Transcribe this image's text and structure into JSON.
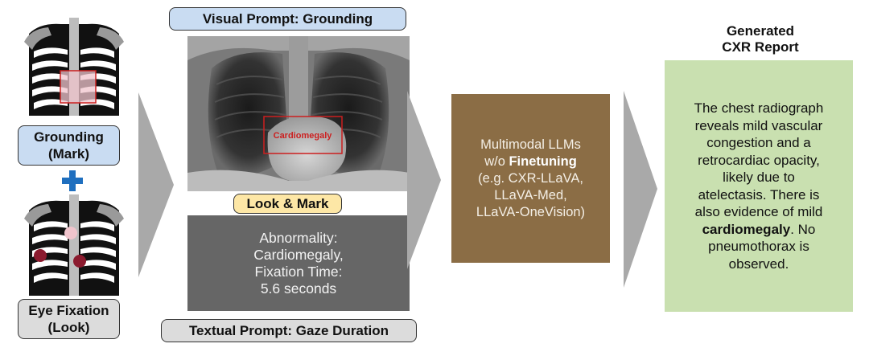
{
  "visual_prompt_label": "Visual Prompt: Grounding",
  "grounding_label_line1": "Grounding",
  "grounding_label_line2": "(Mark)",
  "eye_fixation_label_line1": "Eye Fixation",
  "eye_fixation_label_line2": "(Look)",
  "xray_annotation": "Cardiomegaly",
  "look_mark_label": "Look & Mark",
  "gaze_box": {
    "line1": "Abnormality:",
    "line2": "Cardiomegaly,",
    "line3": "Fixation Time:",
    "line4": "5.6 seconds"
  },
  "textual_prompt_label": "Textual Prompt: Gaze Duration",
  "llm_box": {
    "line1": "Multimodal LLMs",
    "line2_prefix": "w/o ",
    "line2_bold": "Finetuning",
    "line3": "(e.g. CXR-LLaVA,",
    "line4": "LLaVA-Med,",
    "line5": "LLaVA-OneVision)"
  },
  "report_title_line1": "Generated",
  "report_title_line2": "CXR Report",
  "report": {
    "line1": "The chest radiograph",
    "line2": "reveals mild vascular",
    "line3": "congestion and a",
    "line4": "retrocardiac opacity,",
    "line5": "likely due to",
    "line6": "atelectasis. There is",
    "line7": "also evidence of mild",
    "line8_bold": "cardiomegaly",
    "line8_rest": ". No",
    "line9": "pneumothorax is",
    "line10": "observed."
  },
  "colors": {
    "blue_label": "#c9dcf2",
    "gray_label": "#dcdcdc",
    "yellow_label": "#fde7a6",
    "plus_blue": "#1f6fbf",
    "fixation_dark": "#8b1a2e",
    "fixation_light": "#f0c4cc",
    "gaze_box": "#666666",
    "llm_box": "#8b6d45",
    "report_box": "#c9e0b0",
    "arrow": "#a9a9a9",
    "grounding_red": "#cc1f1f"
  }
}
